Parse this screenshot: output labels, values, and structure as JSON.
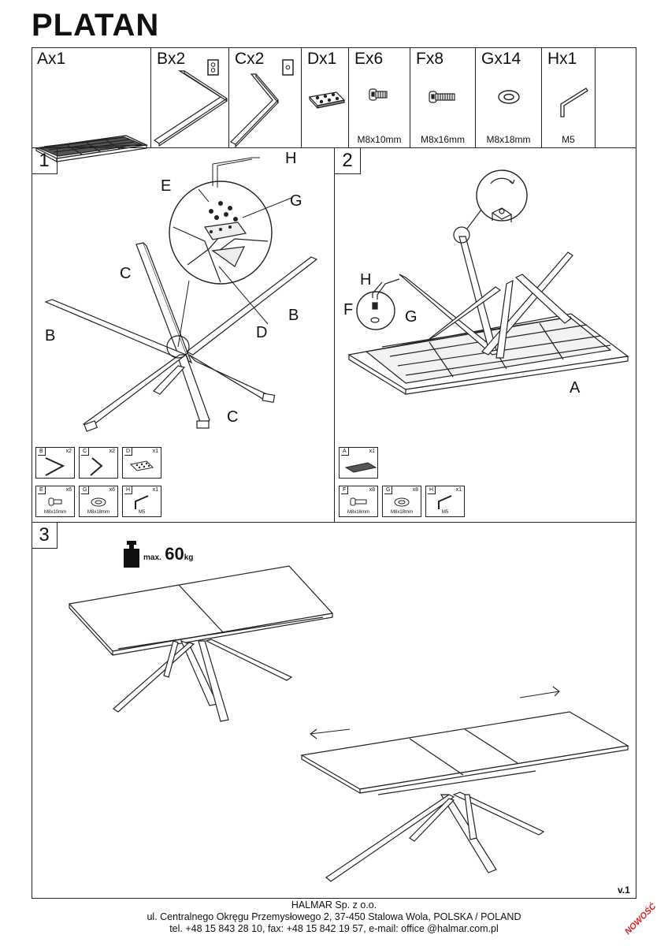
{
  "title": "PLATAN",
  "parts": [
    {
      "label": "Ax1",
      "size": ""
    },
    {
      "label": "Bx2",
      "size": ""
    },
    {
      "label": "Cx2",
      "size": ""
    },
    {
      "label": "Dx1",
      "size": ""
    },
    {
      "label": "Ex6",
      "size": "M8x10mm"
    },
    {
      "label": "Fx8",
      "size": "M8x16mm"
    },
    {
      "label": "Gx14",
      "size": "M8x18mm"
    },
    {
      "label": "Hx1",
      "size": "M5"
    }
  ],
  "steps": [
    {
      "number": "1",
      "callouts": [
        "H",
        "E",
        "G",
        "C",
        "B",
        "B",
        "D",
        "C"
      ],
      "mini_parts": [
        {
          "id": "B",
          "qty": "x2",
          "size": ""
        },
        {
          "id": "C",
          "qty": "x2",
          "size": ""
        },
        {
          "id": "D",
          "qty": "x1",
          "size": ""
        },
        {
          "id": "E",
          "qty": "x6",
          "size": "M8x10mm"
        },
        {
          "id": "G",
          "qty": "x6",
          "size": "M8x18mm"
        },
        {
          "id": "H",
          "qty": "x1",
          "size": "M5"
        }
      ]
    },
    {
      "number": "2",
      "callouts": [
        "H",
        "F",
        "G",
        "A"
      ],
      "mini_parts": [
        {
          "id": "A",
          "qty": "x1",
          "size": ""
        },
        {
          "id": "F",
          "qty": "x8",
          "size": "M8x16mm"
        },
        {
          "id": "G",
          "qty": "x8",
          "size": "M8x18mm"
        },
        {
          "id": "H",
          "qty": "x1",
          "size": "M5"
        }
      ]
    },
    {
      "number": "3",
      "weight_prefix": "max.",
      "weight_value": "60",
      "weight_unit": "kg"
    }
  ],
  "version": "v.1",
  "footer": {
    "company": "HALMAR Sp. z o.o.",
    "address": "ul. Centralnego Okręgu Przemysłowego 2, 37-450 Stalowa Wola, POLSKA / POLAND",
    "contact": "tel. +48 15 843 28 10, fax: +48 15 842 19 57, e-mail: office @halmar.com.pl"
  },
  "badge": "NOWOŚĆ"
}
